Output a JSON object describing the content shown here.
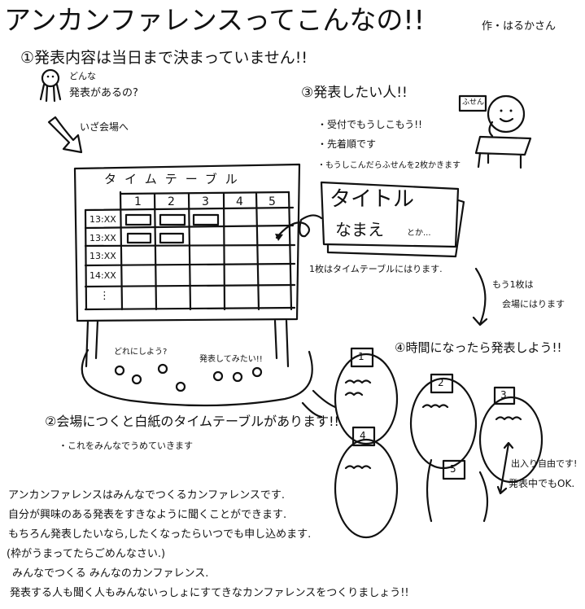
{
  "title": "アンカンファレンスってこんなの!!",
  "author": "作・はるかさん",
  "step1": {
    "heading": "①発表内容は当日まで決まっていません!!",
    "bubble_line1": "どんな",
    "bubble_line2": "発表があるの?",
    "arrow_label": "いざ会場へ"
  },
  "timetable": {
    "title": "タイムテーブル",
    "columns": [
      "1",
      "2",
      "3",
      "4",
      "5"
    ],
    "rows": [
      "13:XX",
      "13:XX",
      "13:XX",
      "14:XX",
      "⋮"
    ]
  },
  "venue": {
    "thought1": "どれにしよう?",
    "thought2": "発表してみたい!!"
  },
  "step2": {
    "heading": "②会場につくと白紙のタイムテーブルがあります!!",
    "bullet": "・これをみんなでうめていきます"
  },
  "step3": {
    "heading": "③発表したい人!!",
    "bullets": [
      "・受付でもうしこもう!!",
      "・先着順です",
      "・もうしこんだらふせんを2枚かきます"
    ],
    "sign": "ふせん",
    "sticky_title": "タイトル",
    "sticky_name": "なまえ",
    "sticky_etc": "とか...",
    "note1": "1枚はタイムテーブルにはります.",
    "note2_line1": "もう1枚は",
    "note2_line2": "会場にはります"
  },
  "step4": {
    "heading": "④時間になったら発表しよう!!",
    "rooms": [
      "1",
      "2",
      "3",
      "4",
      "5"
    ],
    "note_line1": "出入り自由です!",
    "note_line2": "発表中でもOK."
  },
  "summary": [
    "アンカンファレンスはみんなでつくるカンファレンスです.",
    "自分が興味のある発表をすきなように聞くことができます.",
    "もちろん発表したいなら,したくなったらいつでも申し込めます.",
    "(枠がうまってたらごめんなさい.)",
    "みんなでつくる みんなのカンファレンス.",
    "発表する人も聞く人もみんないっしょにすてきなカンファレンスをつくりましょう!!"
  ]
}
